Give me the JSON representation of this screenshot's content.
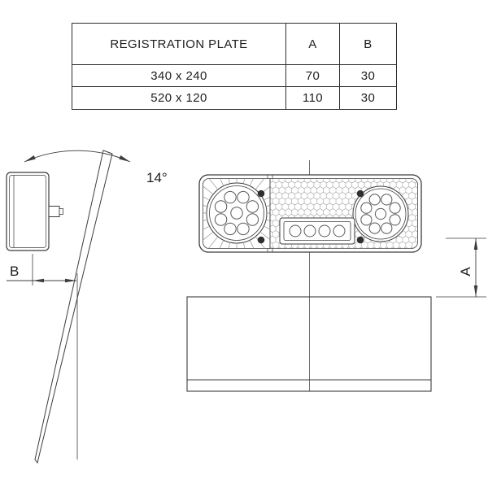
{
  "colors": {
    "line": "#3c3c3c",
    "background": "#ffffff"
  },
  "table": {
    "header": {
      "plate": "REGISTRATION PLATE",
      "a": "A",
      "b": "B"
    },
    "rows": [
      {
        "plate": "340 x 240",
        "a": "70",
        "b": "30"
      },
      {
        "plate": "520 x 120",
        "a": "110",
        "b": "30"
      }
    ]
  },
  "annotations": {
    "tilt_angle": "14°",
    "dim_a_label": "A",
    "dim_b_label": "B"
  }
}
